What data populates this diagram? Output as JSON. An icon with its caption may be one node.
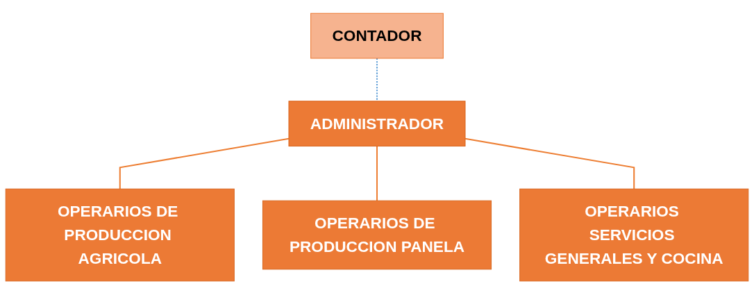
{
  "diagram": {
    "nodes": [
      {
        "text": [
          "ADMINISTRADOR"
        ]
      },
      {
        "text": [
          "CONTADOR"
        ]
      },
      {
        "text": [
          "OPERARIOS DE PRODUCCION AGRICOLA"
        ]
      },
      {
        "text": [
          "OPERARIOS DE PRODUCCION PANELA"
        ]
      },
      {
        "text": [
          "OPERARIOS SERVICIOS GENERALES Y COCINA"
        ]
      }
    ],
    "edges": [
      {
        "from": 1,
        "to": 0,
        "arrow": "none",
        "style": "dashed",
        "color": "#5b9bd5"
      },
      {
        "from": 0,
        "to": 2,
        "arrow": "none"
      },
      {
        "from": 0,
        "to": 3,
        "arrow": "none"
      },
      {
        "from": 0,
        "to": 4,
        "arrow": "none"
      }
    ]
  }
}
